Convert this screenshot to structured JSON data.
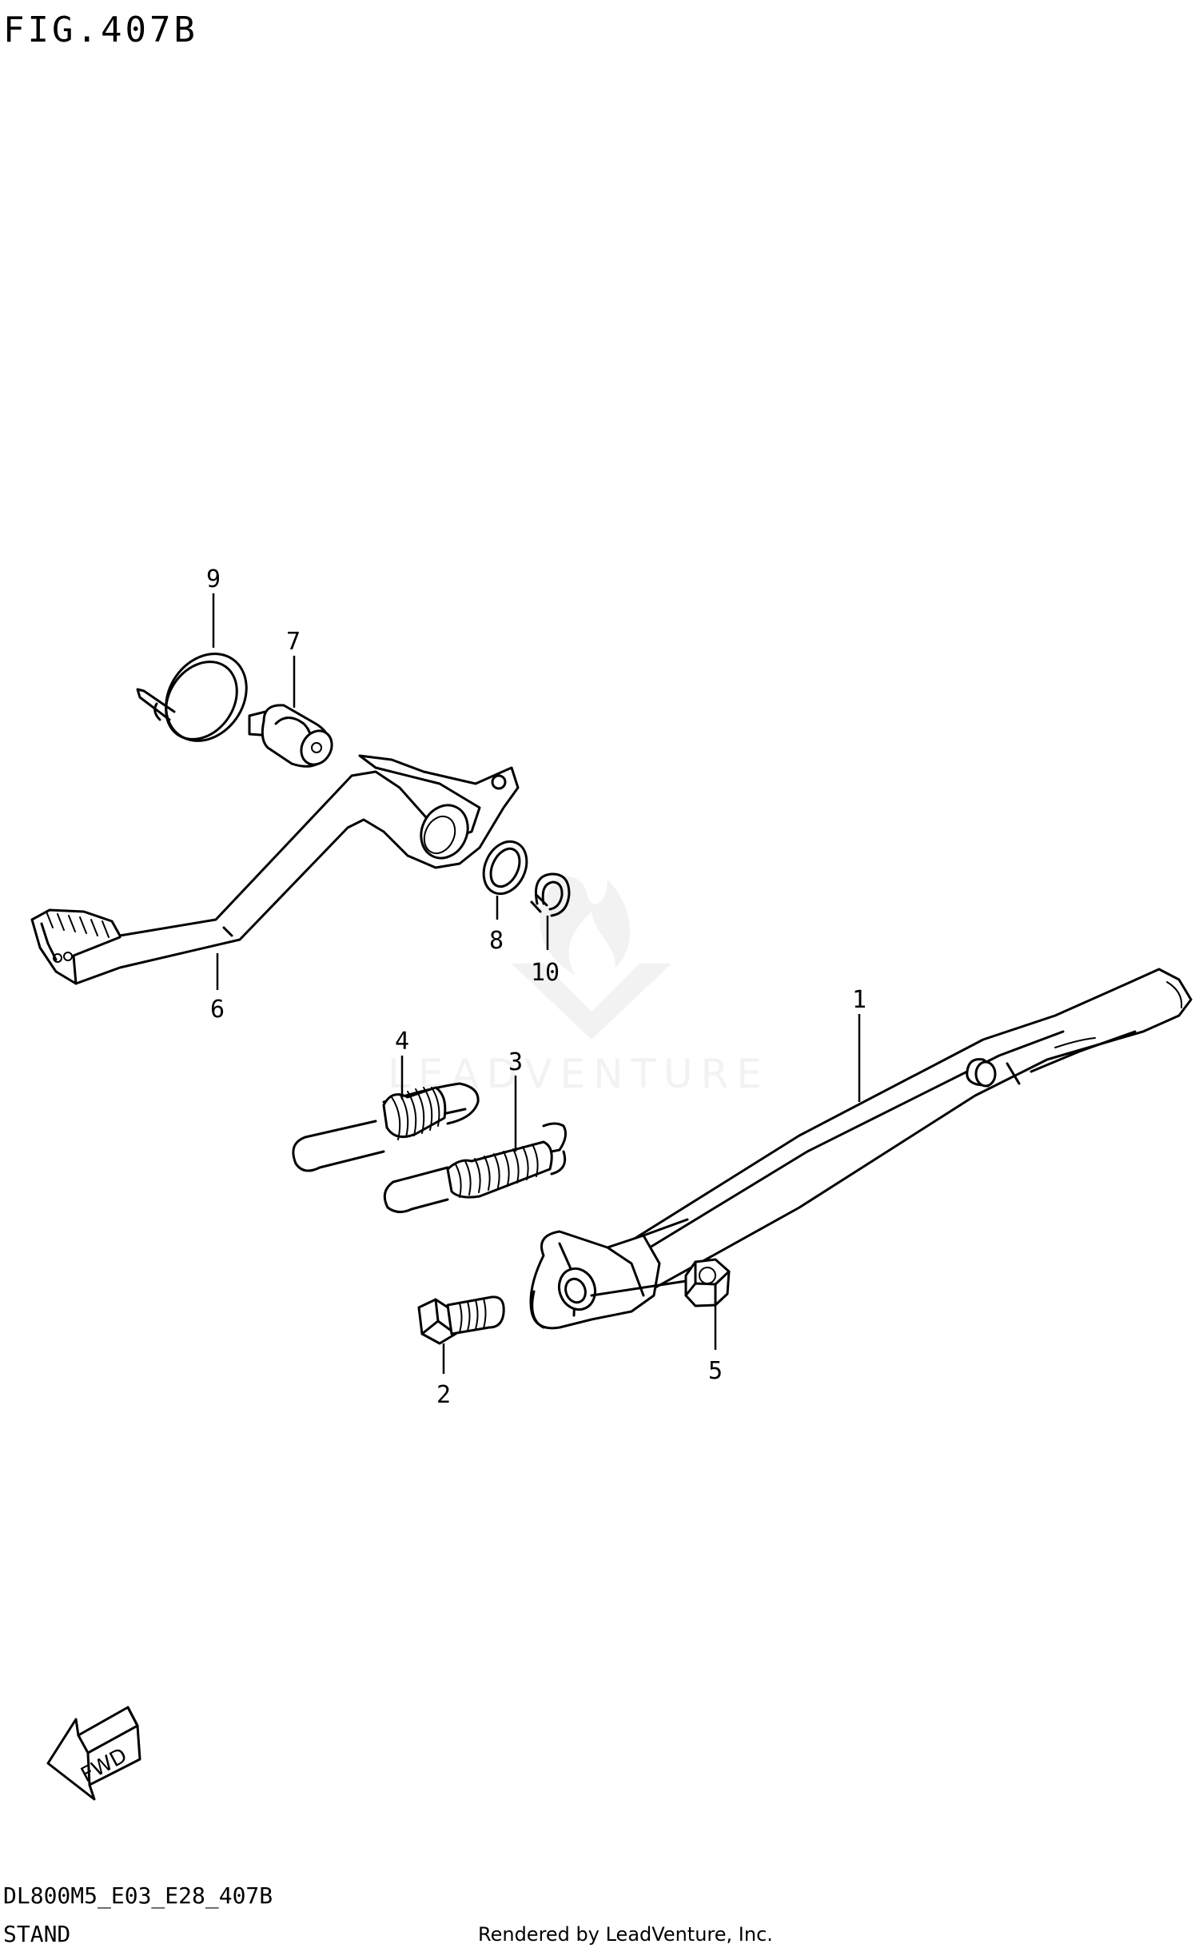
{
  "figure_title": "FIG.407B",
  "model_code": "DL800M5_E03_E28_407B",
  "section_name": "STAND",
  "rendered_by": "Rendered by LeadVenture, Inc.",
  "watermark": "LEADVENTURE",
  "fwd_label": "FWD",
  "callouts": {
    "c1": "1",
    "c2": "2",
    "c3": "3",
    "c4": "4",
    "c5": "5",
    "c6": "6",
    "c7": "7",
    "c8": "8",
    "c9": "9",
    "c10": "10"
  }
}
